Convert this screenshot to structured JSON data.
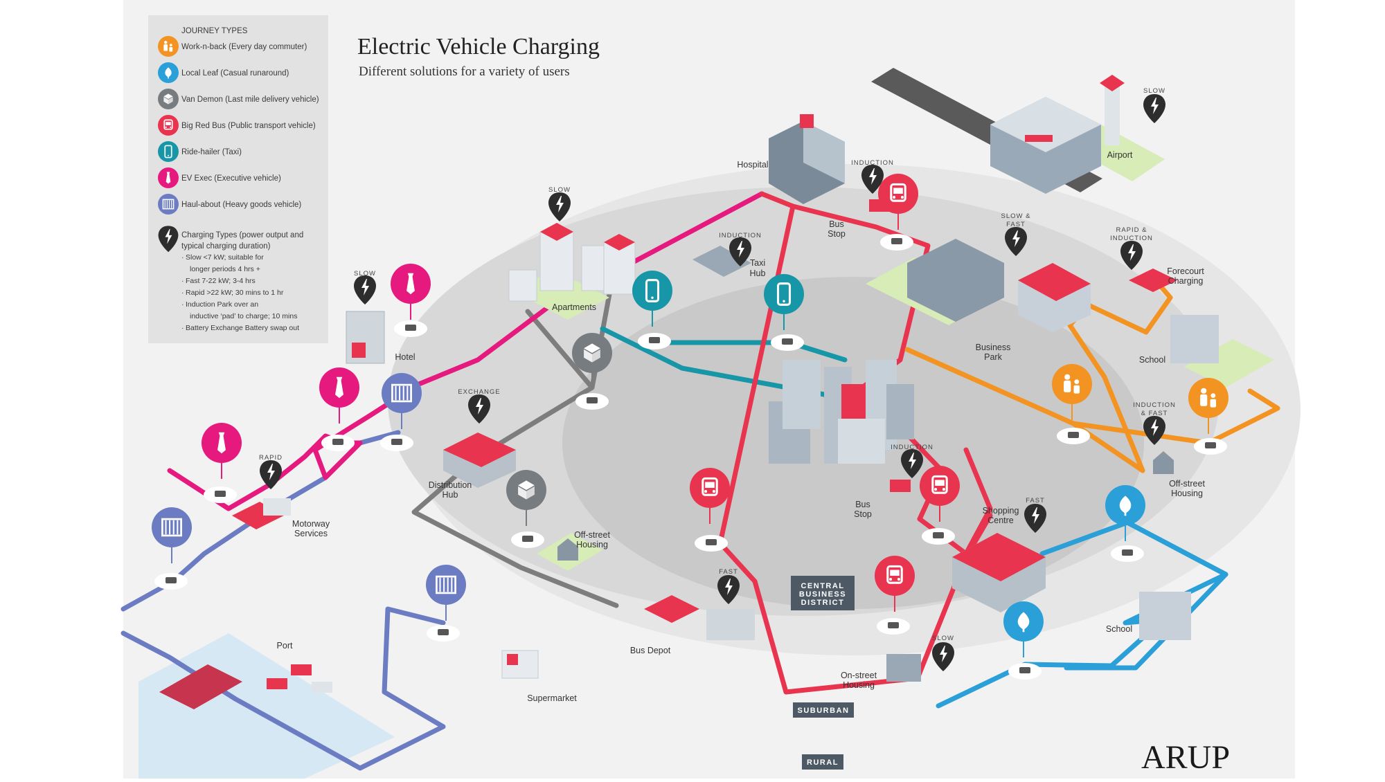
{
  "title": "Electric Vehicle Charging",
  "subtitle": "Different solutions for a variety of users",
  "brand": "ARUP",
  "legend": {
    "heading": "JOURNEY TYPES",
    "journeys": [
      {
        "label": "Work-n-back (Every day commuter)",
        "color": "#F39322",
        "icon": "family-icon"
      },
      {
        "label": "Local Leaf (Casual runaround)",
        "color": "#2A9FD8",
        "icon": "leaf-icon"
      },
      {
        "label": "Van Demon (Last mile delivery vehicle)",
        "color": "#777C80",
        "icon": "box-icon"
      },
      {
        "label": "Big Red Bus (Public transport vehicle)",
        "color": "#E8344E",
        "icon": "bus-icon"
      },
      {
        "label": "Ride-hailer (Taxi)",
        "color": "#1796A8",
        "icon": "phone-icon"
      },
      {
        "label": "EV Exec (Executive vehicle)",
        "color": "#E5197E",
        "icon": "tie-icon"
      },
      {
        "label": "Haul-about (Heavy goods vehicle)",
        "color": "#6B7CC3",
        "icon": "truck-icon"
      }
    ],
    "charging_heading_1": "Charging Types (power output and",
    "charging_heading_2": "typical charging duration)",
    "charging_lines": [
      "Slow <7 kW; suitable for",
      "longer periods 4 hrs +",
      "Fast 7-22 kW; 3-4 hrs",
      "Rapid >22 kW; 30 mins to 1 hr",
      "Induction Park over an",
      "inductive ‘pad’ to charge; 10 mins",
      "Battery Exchange Battery swap out"
    ]
  },
  "zones": {
    "cbd_line1": "CENTRAL",
    "cbd_line2": "BUSINESS",
    "cbd_line3": "DISTRICT",
    "suburban": "SUBURBAN",
    "rural": "RURAL"
  },
  "places": {
    "hospital": "Hospital",
    "airport": "Airport",
    "apartments": "Apartments",
    "hotel": "Hotel",
    "taxi_hub_1": "Taxi",
    "taxi_hub_2": "Hub",
    "bus_stop_top_1": "Bus",
    "bus_stop_top_2": "Stop",
    "business_park_1": "Business",
    "business_park_2": "Park",
    "forecourt_1": "Forecourt",
    "forecourt_2": "Charging",
    "school_right": "School",
    "offstreet_right_1": "Off-street",
    "offstreet_right_2": "Housing",
    "distribution_1": "Distribution",
    "distribution_2": "Hub",
    "motorway_1": "Motorway",
    "motorway_2": "Services",
    "offstreet_mid_1": "Off-street",
    "offstreet_mid_2": "Housing",
    "bus_stop_mid_1": "Bus",
    "bus_stop_mid_2": "Stop",
    "shopping_1": "Shopping",
    "shopping_2": "Centre",
    "port": "Port",
    "supermarket": "Supermarket",
    "bus_depot": "Bus Depot",
    "onstreet_1": "On-street",
    "onstreet_2": "Housing",
    "school_lower": "School"
  },
  "charge_labels": {
    "slow_airport": "SLOW",
    "induction_hospital": "INDUCTION",
    "slow_fast_1": "SLOW &",
    "slow_fast_2": "FAST",
    "rapid_induction_1": "RAPID &",
    "rapid_induction_2": "INDUCTION",
    "slow_apartments": "SLOW",
    "induction_taxi": "INDUCTION",
    "slow_hotel": "SLOW",
    "exchange": "EXCHANGE",
    "rapid_motorway": "RAPID",
    "induction_bus": "INDUCTION",
    "induction_fast_1": "INDUCTION",
    "induction_fast_2": "& FAST",
    "fast_shopping": "FAST",
    "fast_depot": "FAST",
    "slow_onstreet": "SLOW"
  }
}
